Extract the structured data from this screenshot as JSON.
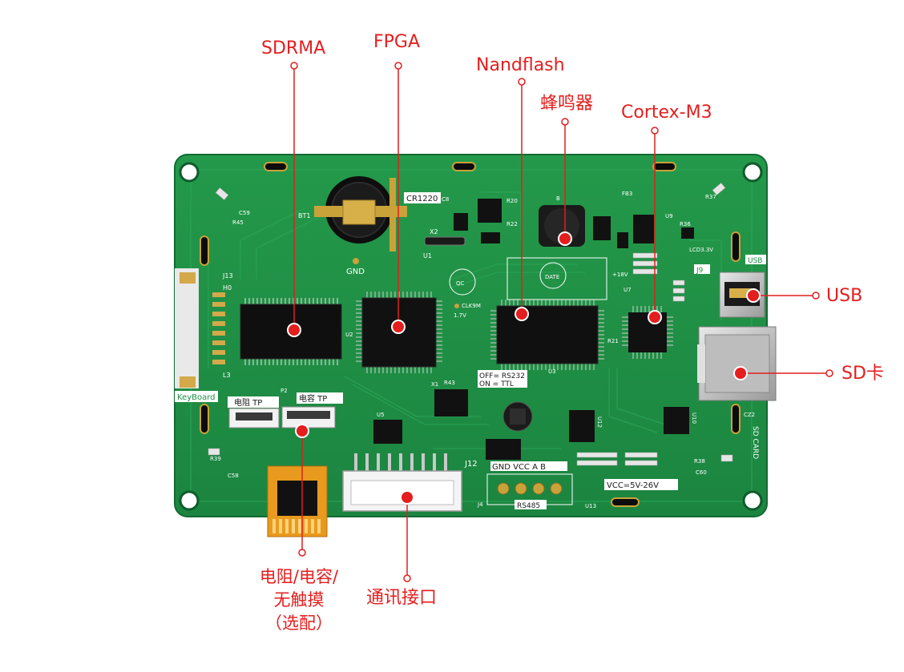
{
  "callouts": {
    "sdram": "SDRMA",
    "fpga": "FPGA",
    "nandflash": "Nandflash",
    "buzzer": "蜂鸣器",
    "cortex": "Cortex-M3",
    "usb": "USB",
    "sd": "SD卡",
    "touch_line1": "电阻/电容/",
    "touch_line2": "无触摸",
    "touch_line3": "（选配）",
    "comm": "通讯接口"
  },
  "silkscreen": {
    "cr1220": "CR1220",
    "bt1": "BT1",
    "gnd": "GND",
    "qc": "QC",
    "date": "DATE",
    "clk": "CLK9M",
    "volt17": "1.7V",
    "off_rs232": "OFF= RS232",
    "on_ttl": "ON = TTL",
    "res_tp": "电阻 TP",
    "cap_tp": "电容 TP",
    "keyboard": "KeyBoard",
    "gnd_vcc_ab": "GND VCC  A   B",
    "rs485": "RS485",
    "vcc_range": "VCC=5V-26V",
    "usb": "USB",
    "sd_card": "SD CARD",
    "j9": "J9",
    "j12": "J12",
    "j4": "J4",
    "j13": "J13",
    "lcd33": "LCD3.3V",
    "v18": "+18V",
    "x2": "X2",
    "x1": "X1",
    "u1": "U1",
    "u2": "U2",
    "u3": "U3",
    "u5": "U5",
    "u7": "U7",
    "u9": "U9",
    "u10": "U10",
    "u12": "U12",
    "u13": "U13",
    "p2": "P2",
    "fb3": "FB3",
    "r21": "R21",
    "r22": "R22",
    "r20": "R20",
    "r36": "R36",
    "r37": "R37",
    "r38": "R38",
    "r39": "R39",
    "r43": "R43",
    "r45": "R45",
    "c58": "C58",
    "c60": "C60",
    "c59": "C59",
    "c8": "C8",
    "cz2": "CZ2",
    "h0": "H0",
    "l3": "L3",
    "b": "B"
  },
  "colors": {
    "callout_red": "#e41e1e",
    "pcb_green": "#1f8f43",
    "pcb_dark": "#16723a",
    "silk_white": "#ffffff",
    "chip_black": "#111111",
    "gold": "#c9a23a"
  }
}
